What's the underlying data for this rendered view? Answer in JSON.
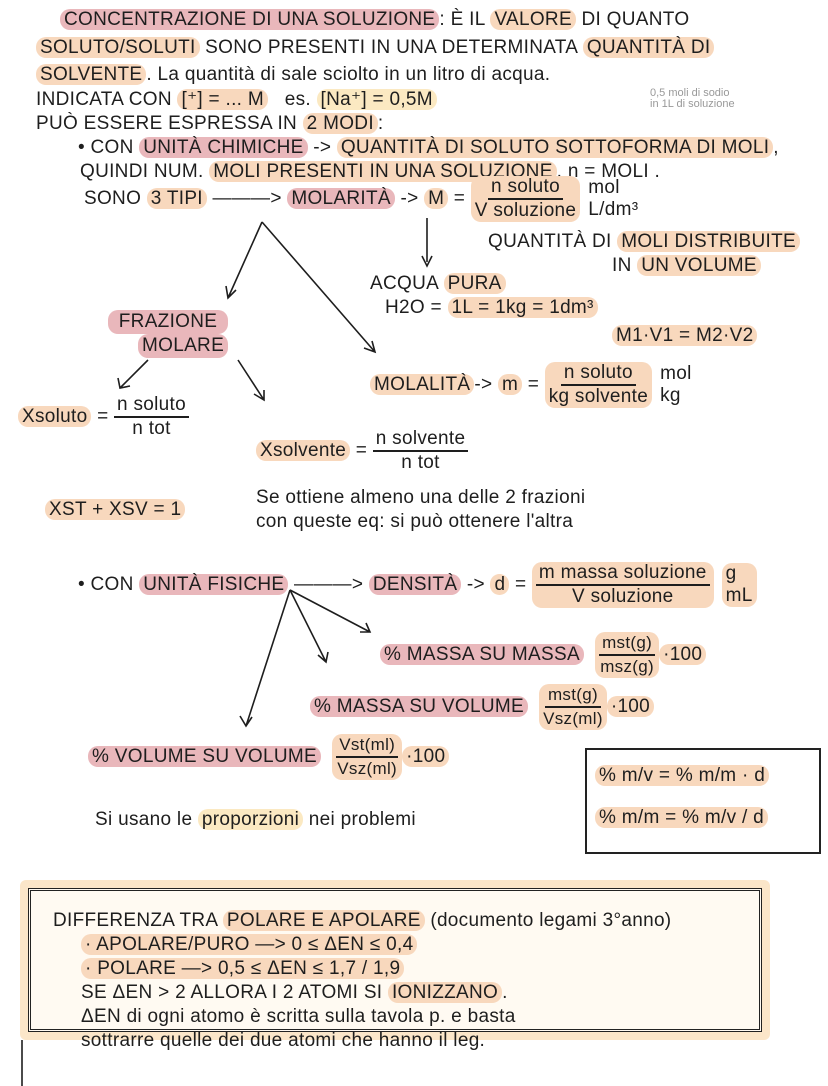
{
  "colors": {
    "pink": "#e9b7bb",
    "peach": "#f8d8bd",
    "yellow": "#fbe9c2"
  },
  "intro": {
    "l1_a": "CONCENTRAZIONE DI UNA SOLUZIONE",
    "l1_b": ": È IL ",
    "l1_c": "VALORE",
    "l1_d": " DI QUANTO",
    "l2_a": "SOLUTO/SOLUTI",
    "l2_b": " SONO PRESENTI IN UNA DETERMINATA ",
    "l2_c": "QUANTITÀ DI",
    "l3_a": "SOLVENTE",
    "l3_b": ". La quantità di sale sciolto in un litro di acqua.",
    "l4_a": "INDICATA CON ",
    "l4_b": "[⁺] = ... M",
    "l4_c": "es. ",
    "l4_d": "[Na⁺] = 0,5M",
    "note_1": "0,5 moli di sodio",
    "note_2": "in 1L di soluzione",
    "l5_a": "PUÒ ESSERE ESPRESSA IN ",
    "l5_b": "2 MODI",
    "l5_c": ":"
  },
  "chimiche": {
    "l1_a": "• CON ",
    "l1_b": "UNITÀ CHIMICHE",
    "l1_c": " -> ",
    "l1_d": "QUANTITÀ DI SOLUTO SOTTOFORMA DI MOLI",
    "l1_e": ",",
    "l2_a": "QUINDI NUM. ",
    "l2_b": "MOLI PRESENTI IN UNA SOLUZIONE",
    "l2_c": ",  n = MOLI .",
    "l3_a": "SONO ",
    "l3_b": "3 TIPI",
    "l3_c": " ———> ",
    "l3_d": "MOLARITÀ",
    "l3_e": " -> ",
    "l3_f": "M",
    "molarita_num": "n soluto",
    "molarita_den": "V soluzione",
    "molarita_unit_1": "mol",
    "molarita_unit_2": "L/dm³",
    "q_a": "QUANTITÀ DI ",
    "q_b": "MOLI DISTRIBUITE",
    "q_c": "IN ",
    "q_d": "UN VOLUME",
    "acqua_a": "ACQUA ",
    "acqua_b": "PURA",
    "h2o_a": "H2O = ",
    "h2o_b": "1L = 1kg = 1dm³",
    "diluizione": "M1·V1 = M2·V2",
    "frazione_1": "FRAZIONE",
    "frazione_2": "MOLARE",
    "molalita_a": "MOLALITÀ",
    "molalita_b": "-> ",
    "molalita_c": "m",
    "molalita_num": "n soluto",
    "molalita_den": "kg solvente",
    "molalita_unit_1": "mol",
    "molalita_unit_2": "kg",
    "xsoluto": "Xsoluto",
    "xsoluto_num": "n soluto",
    "xsoluto_den": "n tot",
    "xsolvente": "Xsolvente",
    "xsolvente_num": "n solvente",
    "xsolvente_den": "n tot",
    "somma": "XST + XSV = 1",
    "somma_note_1": "Se ottiene almeno una delle 2 frazioni",
    "somma_note_2": "con queste eq: si può ottenere l'altra"
  },
  "fisiche": {
    "l1_a": "• CON ",
    "l1_b": "UNITÀ FISICHE",
    "l1_c": "DENSITÀ",
    "l1_d": " -> ",
    "l1_e": "d",
    "dens_num": "m massa soluzione",
    "dens_den": "V soluzione",
    "dens_unit_1": "g",
    "dens_unit_2": "mL",
    "mm_label": "% MASSA SU MASSA",
    "mm_num": "mst(g)",
    "mm_den": "msz(g)",
    "mm_mult": "·100",
    "mv_label": "% MASSA SU VOLUME",
    "mv_num": "mst(g)",
    "mv_den": "Vsz(ml)",
    "mv_mult": "·100",
    "vv_label": "% VOLUME SU VOLUME",
    "vv_num": "Vst(ml)",
    "vv_den": "Vsz(ml)",
    "vv_mult": "·100",
    "box_1": "% m/v = % m/m · d",
    "box_2": "% m/m = % m/v / d",
    "prop_a": "Si usano le ",
    "prop_b": "proporzioni",
    "prop_c": " nei problemi"
  },
  "polare": {
    "title_a": "DIFFERENZA TRA ",
    "title_b": "POLARE E APOLARE",
    "title_c": " (documento legami 3°anno)",
    "apolare": "· APOLARE/PURO —> 0 ≤ ΔEN ≤ 0,4",
    "polare": "· POLARE —> 0,5 ≤ ΔEN ≤ 1,7 / 1,9",
    "ion_a": "SE ΔEN > 2 ALLORA I 2 ATOMI SI ",
    "ion_b": "IONIZZANO",
    ".": ".",
    "ion_c": ".",
    "l4": "ΔEN di ogni atomo è scritta sulla tavola p. e basta",
    "l5": "sottrarre quelle dei due atomi che hanno il leg."
  }
}
